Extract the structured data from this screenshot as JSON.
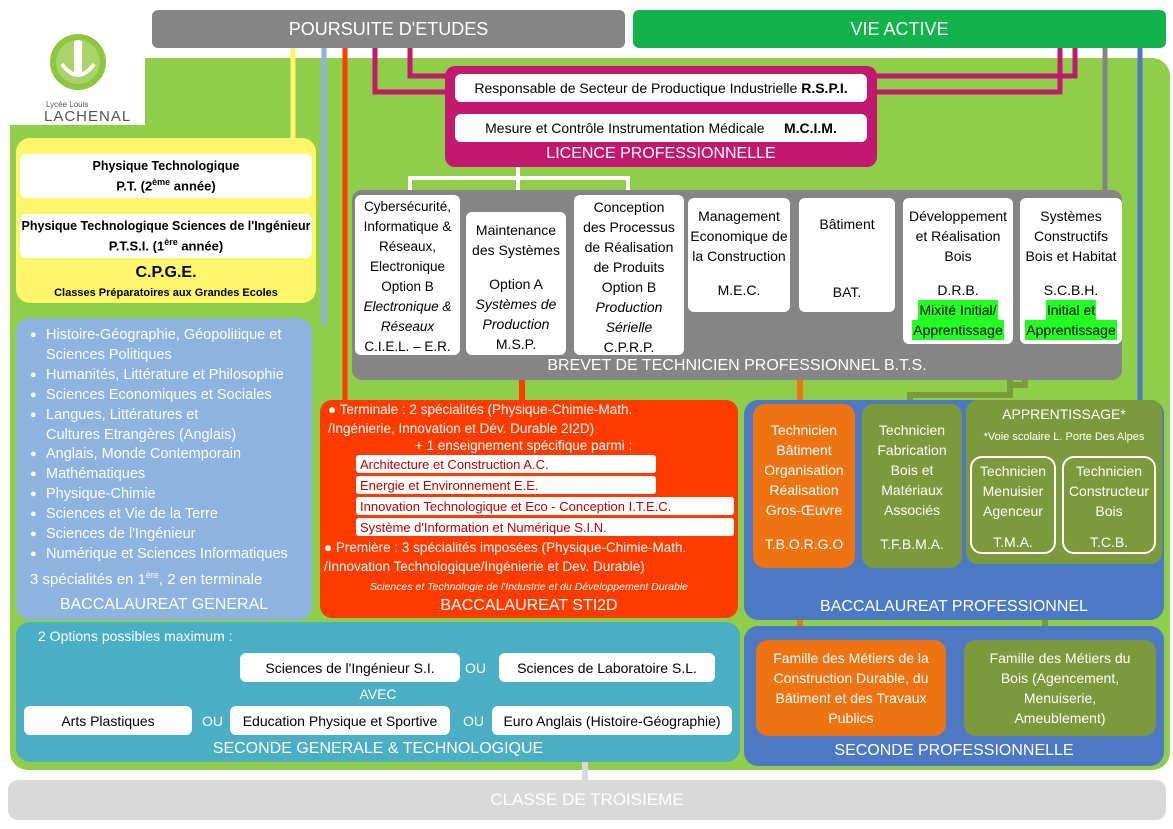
{
  "header": {
    "poursuite": "POURSUITE D'ETUDES",
    "vie_active": "VIE ACTIVE"
  },
  "logo": {
    "line1": "Lycée Louis",
    "line2": "LACHENAL"
  },
  "licence": {
    "rspi_label": "Responsable de Secteur de Productique Industrielle",
    "rspi_code": "R.S.P.I.",
    "mcim_label": "Mesure et Contrôle Instrumentation Médicale",
    "mcim_code": "M.C.I.M.",
    "title": "LICENCE PROFESSIONNELLE"
  },
  "cpge": {
    "pt_label": "Physique Technologique",
    "pt_code": "P.T. (2",
    "pt_sup": "ème",
    "pt_suffix": " année)",
    "ptsi_label": "Physique Technologique Sciences de l'Ingénieur",
    "ptsi_code": "P.T.S.I. (1",
    "ptsi_sup": "ère",
    "ptsi_suffix": " année)",
    "title": "C.P.G.E.",
    "subtitle": "Classes Préparatoires aux Grandes Ecoles"
  },
  "bts": {
    "title": "BREVET DE TECHNICIEN PROFESSIONNEL B.T.S.",
    "ciel": {
      "l1": "Cybersécurité,",
      "l2": "Informatique &",
      "l3": "Réseaux,",
      "l4": "Electronique",
      "l5": "Option B",
      "l6": "Electronique &",
      "l7": "Réseaux",
      "code": "C.I.E.L. – E.R."
    },
    "msp": {
      "l1": "Maintenance",
      "l2": "des Systèmes",
      "l3": "Option A",
      "l4": "Systèmes de",
      "l5": "Production",
      "code": "M.S.P."
    },
    "cprp": {
      "l1": "Conception",
      "l2": "des Processus",
      "l3": "de Réalisation",
      "l4": "de Produits",
      "l5": "Option B",
      "l6": "Production",
      "l7": "Sérielle",
      "code": "C.P.R.P."
    },
    "mec": {
      "l1": "Management",
      "l2": "Economique de",
      "l3": "la Construction",
      "code": "M.E.C."
    },
    "bat": {
      "l1": "Bâtiment",
      "code": "BAT."
    },
    "drb": {
      "l1": "Développement",
      "l2": "et Réalisation",
      "l3": "Bois",
      "code": "D.R.B.",
      "hl1": "Mixité Initial/",
      "hl2": "Apprentissage"
    },
    "scbh": {
      "l1": "Systèmes",
      "l2": "Constructifs",
      "l3": "Bois et Habitat",
      "code": "S.C.B.H.",
      "hl1": "Initial et",
      "hl2": "Apprentissage"
    }
  },
  "bac_general": {
    "items": [
      "Histoire-Géographie, Géopolitique et",
      "Sciences Politiques",
      "Humanités, Littérature et Philosophie",
      "Sciences Economiques et Sociales",
      "Langues, Littératures et",
      "Cultures Etrangères (Anglais)",
      "Anglais, Monde Contemporain",
      "Mathématiques",
      "Physique-Chimie",
      "Sciences et Vie de la Terre",
      "Sciences de l'Ingénieur",
      "Numérique et Sciences Informatiques"
    ],
    "bullet": "●",
    "specs_a": "3 spécialités en 1",
    "specs_sup": "ère",
    "specs_b": ", 2 en terminale",
    "title": "BACCALAUREAT GENERAL"
  },
  "sti2d": {
    "terminale_1": "● Terminale : 2 spécialités (Physique-Chimie-Math.",
    "terminale_2": "/Ingénierie, Innovation et Dév. Durable 2I2D)",
    "terminale_3": "+ 1 enseignement spécifique parmi :",
    "options": [
      "Architecture et Construction A.C.",
      "Energie et Environnement E.E.",
      "Innovation Technologique et Eco - Conception I.T.E.C.",
      "Système d'Information et Numérique S.I.N."
    ],
    "premiere_1": "● Première : 3 spécialités imposées (Physique-Chimie-Math.",
    "premiere_2": "/Innovation Technologique/Ingénierie et Dev. Durable)",
    "subtitle": "Sciences et Technologie de l'Industrie et du Développement Durable",
    "title": "BACCALAUREAT STI2D"
  },
  "bac_pro": {
    "tborgo": {
      "l1": "Technicien",
      "l2": "Bâtiment",
      "l3": "Organisation",
      "l4": "Réalisation",
      "l5": "Gros-Œuvre",
      "code": "T.B.O.R.G.O"
    },
    "tfbma": {
      "l1": "Technicien",
      "l2": "Fabrication",
      "l3": "Bois et",
      "l4": "Matériaux",
      "l5": "Associés",
      "code": "T.F.B.M.A."
    },
    "apprentissage": {
      "title": "APPRENTISSAGE",
      "star": "*",
      "note": "*Voie scolaire L. Porte Des Alpes"
    },
    "tma": {
      "l1": "Technicien",
      "l2": "Menuisier",
      "l3": "Agenceur",
      "code": "T.M.A."
    },
    "tcb": {
      "l1": "Technicien",
      "l2": "Constructeur",
      "l3": "Bois",
      "code": "T.C.B."
    },
    "title": "BACCALAUREAT PROFESSIONNEL"
  },
  "seconde_gt": {
    "intro": "2 Options possibles maximum :",
    "si": "Sciences de l'Ingénieur S.I.",
    "ou": "OU",
    "sl": "Sciences de Laboratoire S.L.",
    "avec": "AVEC",
    "arts": "Arts Plastiques",
    "eps": "Education Physique et Sportive",
    "euro": "Euro Anglais (Histoire-Géographie)",
    "title": "SECONDE GENERALE & TECHNOLOGIQUE"
  },
  "seconde_pro": {
    "fam1": [
      "Famille des Métiers de la",
      "Construction Durable, du",
      "Bâtiment et des Travaux",
      "Publics"
    ],
    "fam2": [
      "Famille des Métiers du",
      "Bois (Agencement,",
      "Menuiserie,",
      "Ameublement)"
    ],
    "title": "SECONDE PROFESSIONNELLE"
  },
  "troisieme": {
    "title": "CLASSE DE TROISIEME"
  },
  "colors": {
    "green_bg": "#8fce49",
    "grey": "#858585",
    "green_header": "#13b34b",
    "magenta": "#c2186f",
    "yellow": "#fff56a",
    "light_blue": "#8db3e0",
    "red_orange": "#ff3b00",
    "royal_blue": "#4d79c4",
    "orange": "#ee7312",
    "olive": "#7a9a3c",
    "teal": "#4aaec4"
  }
}
